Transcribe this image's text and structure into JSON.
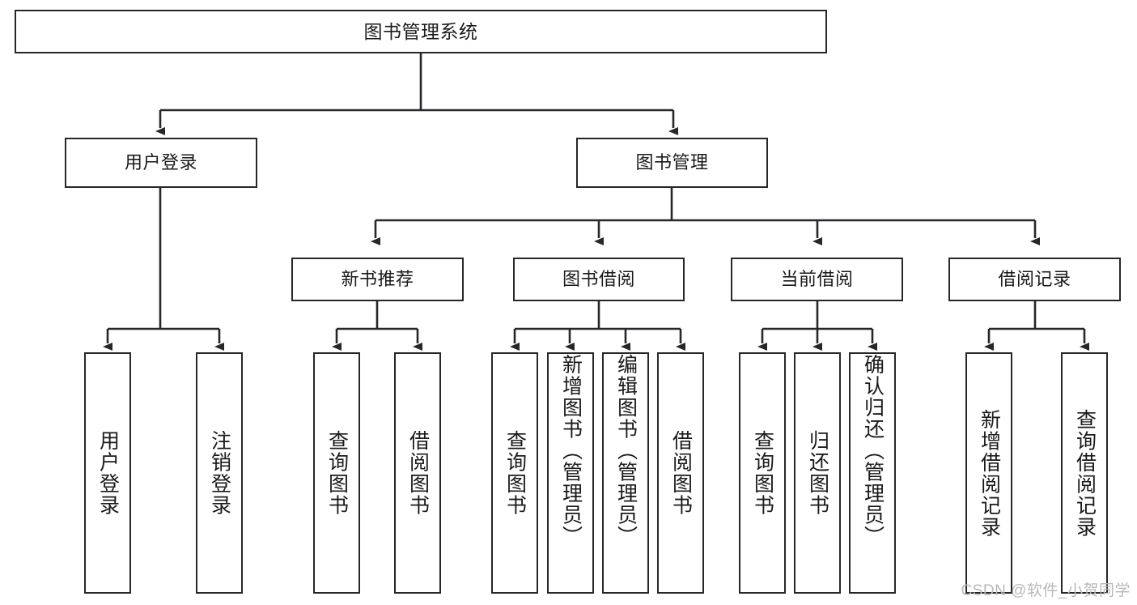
{
  "diagram": {
    "title": "图书管理系统",
    "watermark": "CSDN @软件_小贺同学",
    "colors": {
      "border": "#27272a",
      "text": "#1a1a1a",
      "background": "#ffffff",
      "watermark": "#b9b9b9"
    },
    "levels": {
      "root": {
        "label": "图书管理系统"
      },
      "level2": [
        {
          "label": "用户登录"
        },
        {
          "label": "图书管理"
        }
      ],
      "level3": [
        {
          "label": "新书推荐"
        },
        {
          "label": "图书借阅"
        },
        {
          "label": "当前借阅"
        },
        {
          "label": "借阅记录"
        }
      ],
      "leaves": {
        "user_login": [
          {
            "label": "用户登录"
          },
          {
            "label": "注销登录"
          }
        ],
        "new_book_recommend": [
          {
            "label": "查询图书"
          },
          {
            "label": "借阅图书"
          }
        ],
        "book_borrow": [
          {
            "label": "查询图书"
          },
          {
            "label": "新增图书（管理员）"
          },
          {
            "label": "编辑图书（管理员）"
          },
          {
            "label": "借阅图书"
          }
        ],
        "current_borrow": [
          {
            "label": "查询图书"
          },
          {
            "label": "归还图书"
          },
          {
            "label": "确认归还（管理员）"
          }
        ],
        "borrow_record": [
          {
            "label": "新增借阅记录"
          },
          {
            "label": "查询借阅记录"
          }
        ]
      }
    }
  }
}
